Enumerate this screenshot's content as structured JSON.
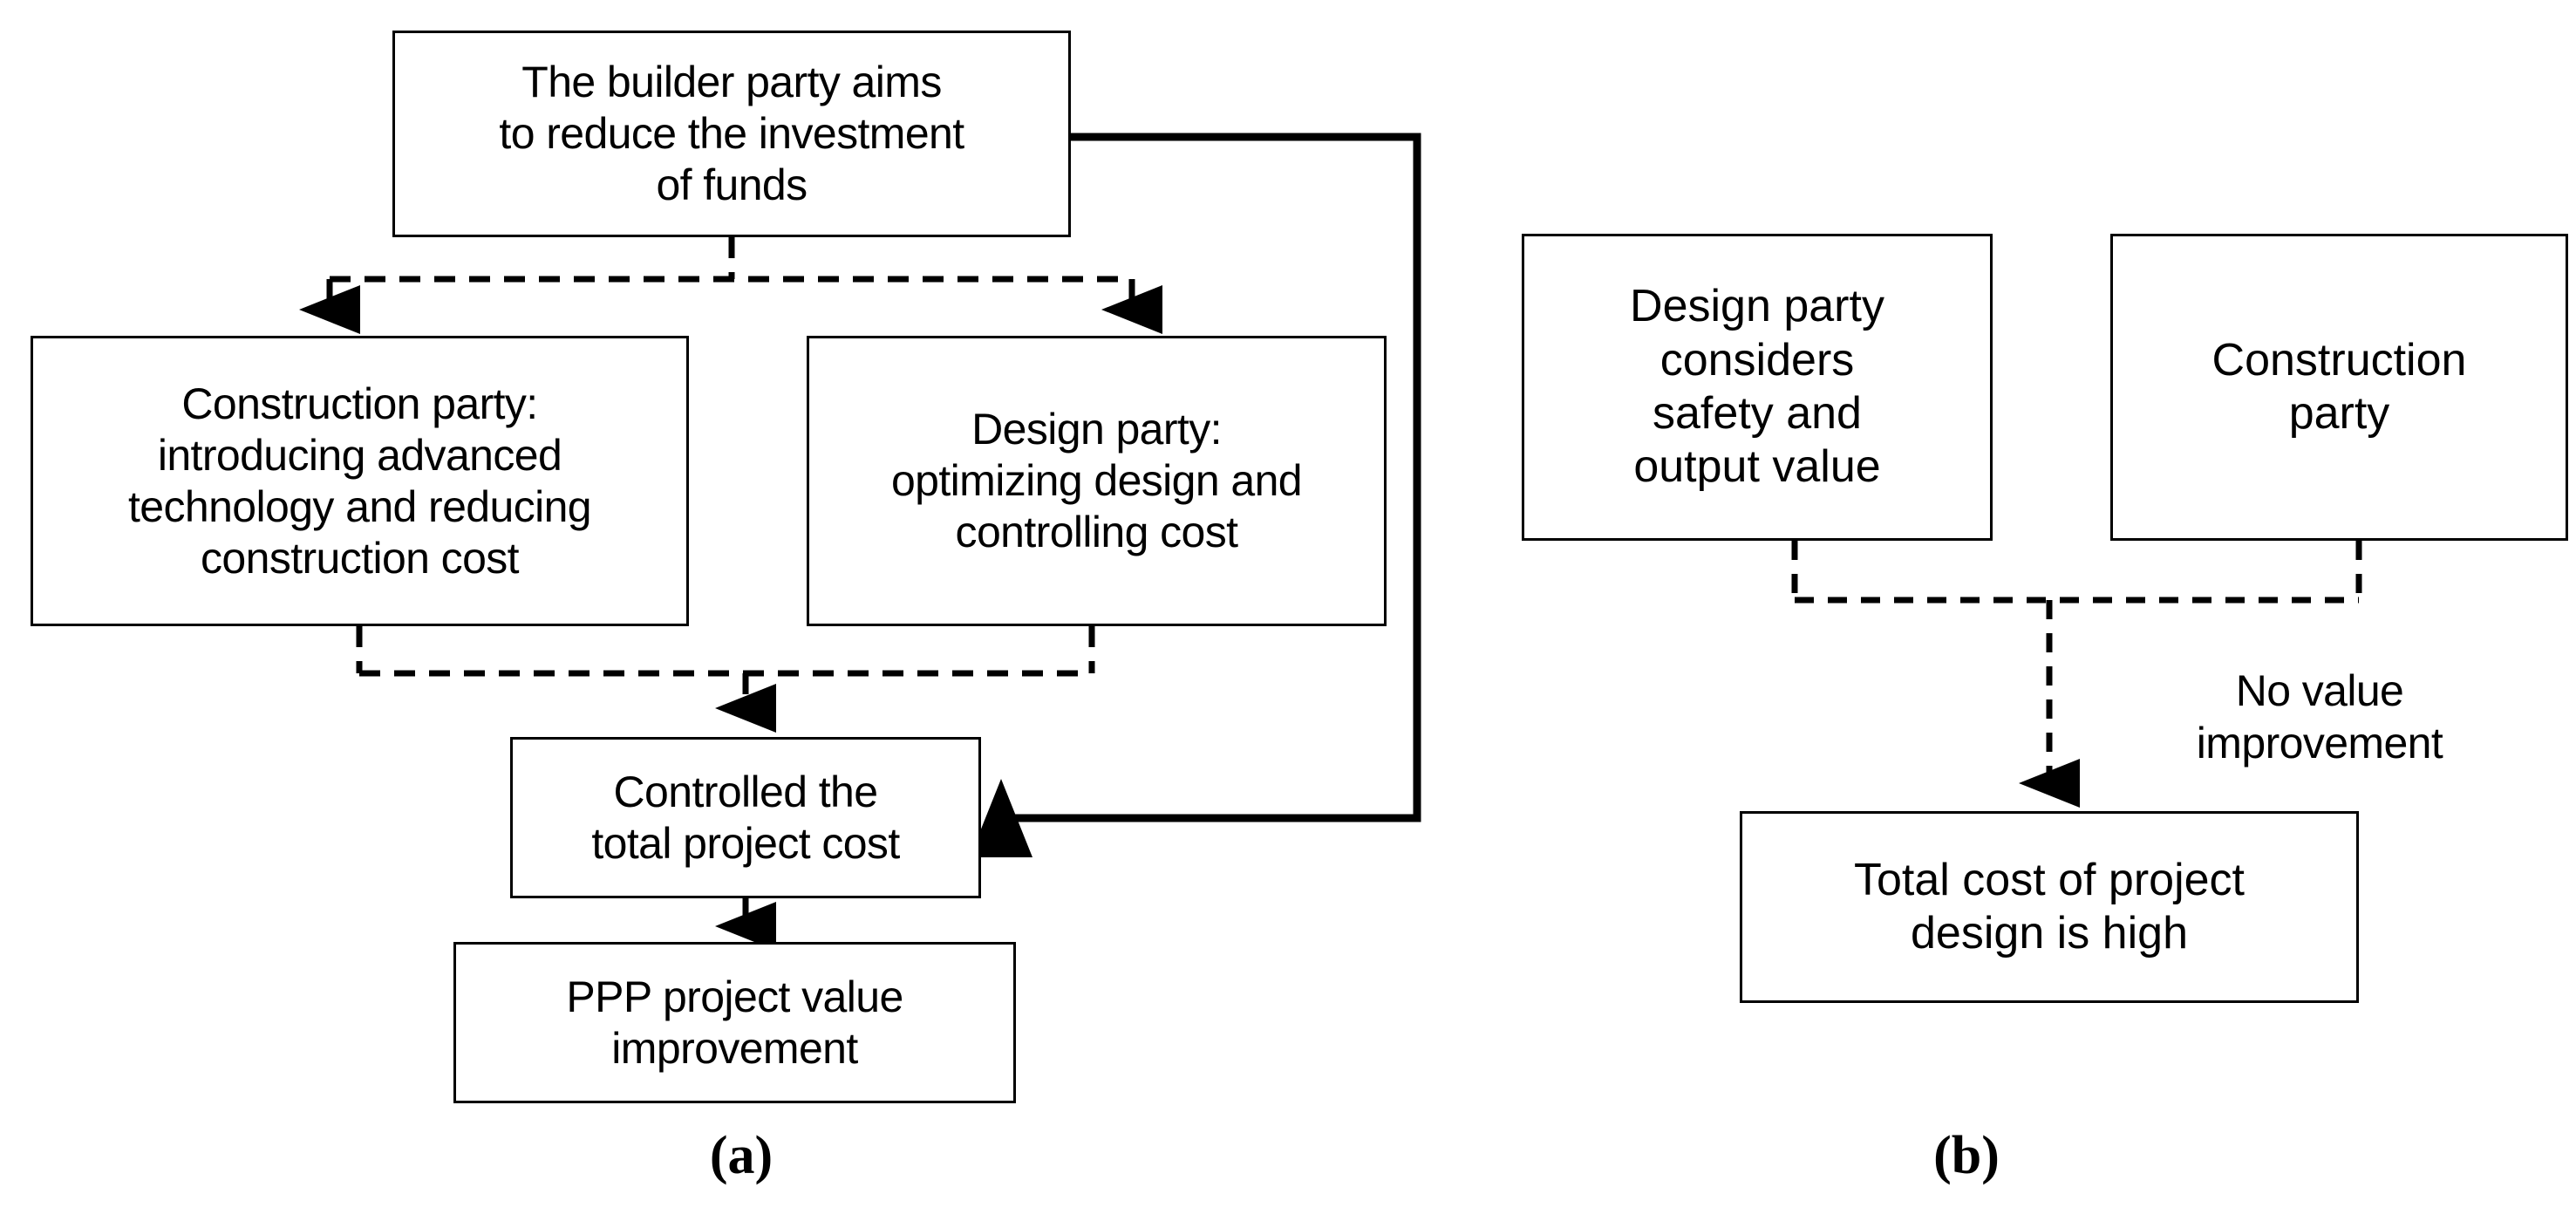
{
  "figure": {
    "background_color": "#ffffff",
    "line_color": "#000000",
    "panels": [
      {
        "id": "a",
        "caption": "(a)",
        "nodes": [
          {
            "id": "builder-aim",
            "text": "The builder party aims\nto reduce the investment\nof funds"
          },
          {
            "id": "construction-party",
            "text": "Construction party:\nintroducing advanced\ntechnology and reducing\nconstruction cost"
          },
          {
            "id": "design-party",
            "text": "Design party:\noptimizing design and\ncontrolling cost"
          },
          {
            "id": "controlled-cost",
            "text": "Controlled the\ntotal project cost"
          },
          {
            "id": "ppp-value",
            "text": "PPP project value\nimprovement"
          }
        ],
        "edges": [
          {
            "from": "builder-aim",
            "to": "construction-party",
            "style": "dashed",
            "arrow": true,
            "label": ""
          },
          {
            "from": "builder-aim",
            "to": "design-party",
            "style": "dashed",
            "arrow": true,
            "label": ""
          },
          {
            "from": "construction-party",
            "to": "controlled-cost",
            "style": "dashed",
            "arrow": true,
            "label": ""
          },
          {
            "from": "design-party",
            "to": "controlled-cost",
            "style": "dashed",
            "arrow": true,
            "label": ""
          },
          {
            "from": "controlled-cost",
            "to": "ppp-value",
            "style": "dashed",
            "arrow": true,
            "label": ""
          },
          {
            "from": "builder-aim",
            "to": "controlled-cost",
            "style": "solid",
            "arrow": true,
            "label": ""
          }
        ]
      },
      {
        "id": "b",
        "caption": "(b)",
        "nodes": [
          {
            "id": "design-considers",
            "text": "Design party\nconsiders\nsafety and\noutput value"
          },
          {
            "id": "construction-only",
            "text": "Construction\nparty"
          },
          {
            "id": "total-cost-high",
            "text": "Total cost of project\ndesign is high"
          }
        ],
        "edges": [
          {
            "from": "design-considers",
            "to": "total-cost-high",
            "style": "dashed",
            "arrow": true,
            "label": ""
          },
          {
            "from": "construction-only",
            "to": "total-cost-high",
            "style": "dashed",
            "arrow": true,
            "label": "No value\nimprovement"
          }
        ],
        "labels": [
          {
            "id": "no-value-improvement",
            "text": "No value\nimprovement"
          }
        ]
      }
    ]
  }
}
